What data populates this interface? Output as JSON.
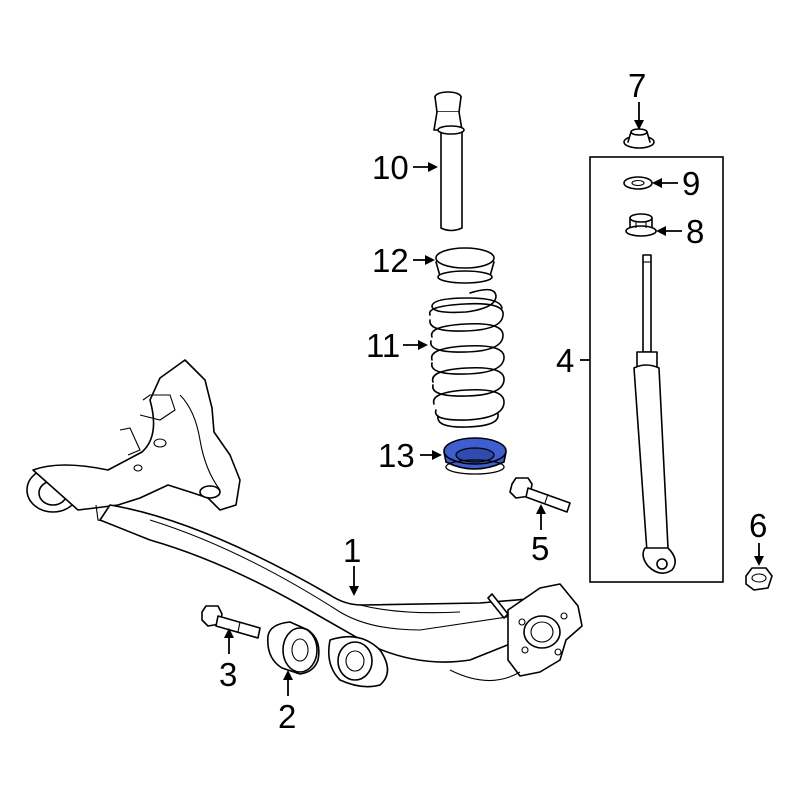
{
  "callouts": {
    "c1": "1",
    "c2": "2",
    "c3": "3",
    "c4": "4",
    "c5": "5",
    "c6": "6",
    "c7": "7",
    "c8": "8",
    "c9": "9",
    "c10": "10",
    "c11": "11",
    "c12": "12",
    "c13": "13"
  },
  "colors": {
    "line": "#000000",
    "background": "#ffffff",
    "highlight": "#3f5fd0"
  },
  "highlighted_part": "13"
}
